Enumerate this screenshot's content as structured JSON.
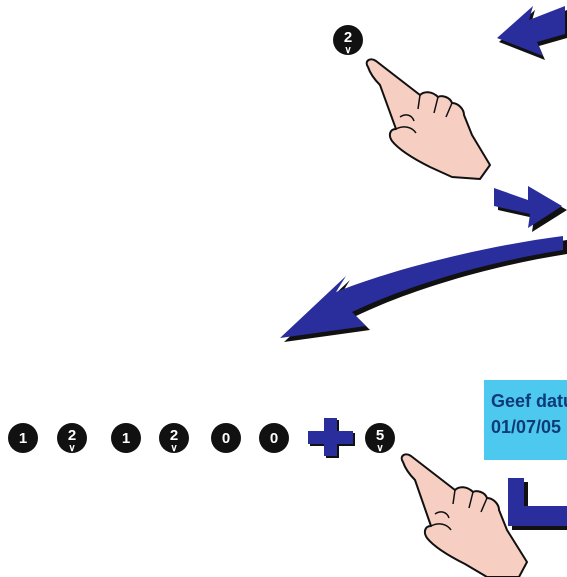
{
  "top_key": {
    "label": "2",
    "has_arrow": true
  },
  "display": {
    "line1": "Geef datum",
    "line2": "01/07/05"
  },
  "key_sequence": [
    {
      "label": "1",
      "has_arrow": false
    },
    {
      "label": "2",
      "has_arrow": true
    },
    {
      "label": "1",
      "has_arrow": false
    },
    {
      "label": "2",
      "has_arrow": true
    },
    {
      "label": "0",
      "has_arrow": false
    },
    {
      "label": "0",
      "has_arrow": false
    }
  ],
  "plus_symbol": "+",
  "final_key": {
    "label": "5",
    "has_arrow": true
  },
  "colors": {
    "arrow": "#2a2d9c",
    "arrow_shadow": "#111111",
    "display_bg": "#4dc9f0",
    "display_text": "#0e3a78",
    "key_bg": "#111111",
    "hand_skin": "#f7cfc2"
  },
  "icons": [
    "pointing-hand-icon",
    "arrow-icon",
    "enter-key-icon",
    "plus-icon"
  ]
}
